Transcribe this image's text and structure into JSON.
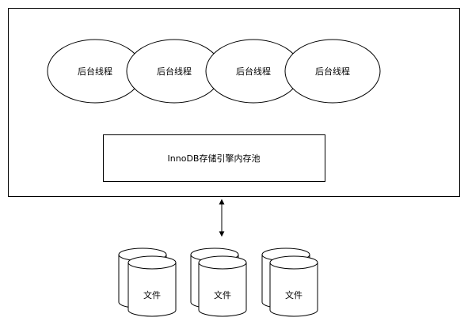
{
  "instance_box": {
    "background_threads": [
      {
        "label": "后台线程"
      },
      {
        "label": "后台线程"
      },
      {
        "label": "后台线程"
      },
      {
        "label": "后台线程"
      }
    ],
    "buffer_pool": {
      "label": "InnoDB存储引擎内存池"
    }
  },
  "connector": {
    "type": "bidirectional-arrow"
  },
  "files": [
    {
      "label": "文件"
    },
    {
      "label": "文件"
    },
    {
      "label": "文件"
    }
  ],
  "colors": {
    "stroke": "#000000",
    "fill": "#ffffff"
  }
}
